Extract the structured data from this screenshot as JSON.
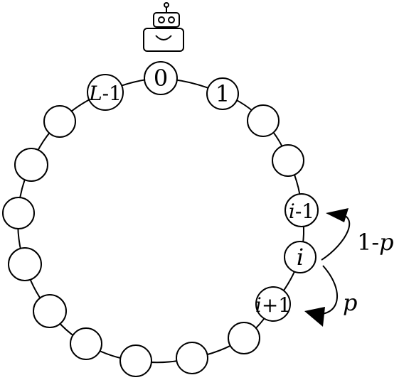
{
  "diagram": {
    "colors": {
      "stroke": "#000000",
      "fill": "#ffffff"
    },
    "robot_icon": "robot-icon",
    "nodes": [
      {
        "id": "node-0",
        "label": "0"
      },
      {
        "id": "node-1",
        "label": "1"
      },
      {
        "id": "node-2",
        "label": ""
      },
      {
        "id": "node-3",
        "label": ""
      },
      {
        "id": "node-i-minus-1",
        "label": "i-1"
      },
      {
        "id": "node-i",
        "label": "i"
      },
      {
        "id": "node-i-plus-1",
        "label": "i+1"
      },
      {
        "id": "node-7",
        "label": ""
      },
      {
        "id": "node-8",
        "label": ""
      },
      {
        "id": "node-9",
        "label": ""
      },
      {
        "id": "node-10",
        "label": ""
      },
      {
        "id": "node-11",
        "label": ""
      },
      {
        "id": "node-12",
        "label": ""
      },
      {
        "id": "node-13",
        "label": ""
      },
      {
        "id": "node-14",
        "label": ""
      },
      {
        "id": "node-15",
        "label": ""
      },
      {
        "id": "node-16",
        "label": ""
      },
      {
        "id": "node-L-minus-1",
        "label": "L-1"
      }
    ],
    "transitions": {
      "up_label": "1-p",
      "down_label": "p"
    }
  }
}
